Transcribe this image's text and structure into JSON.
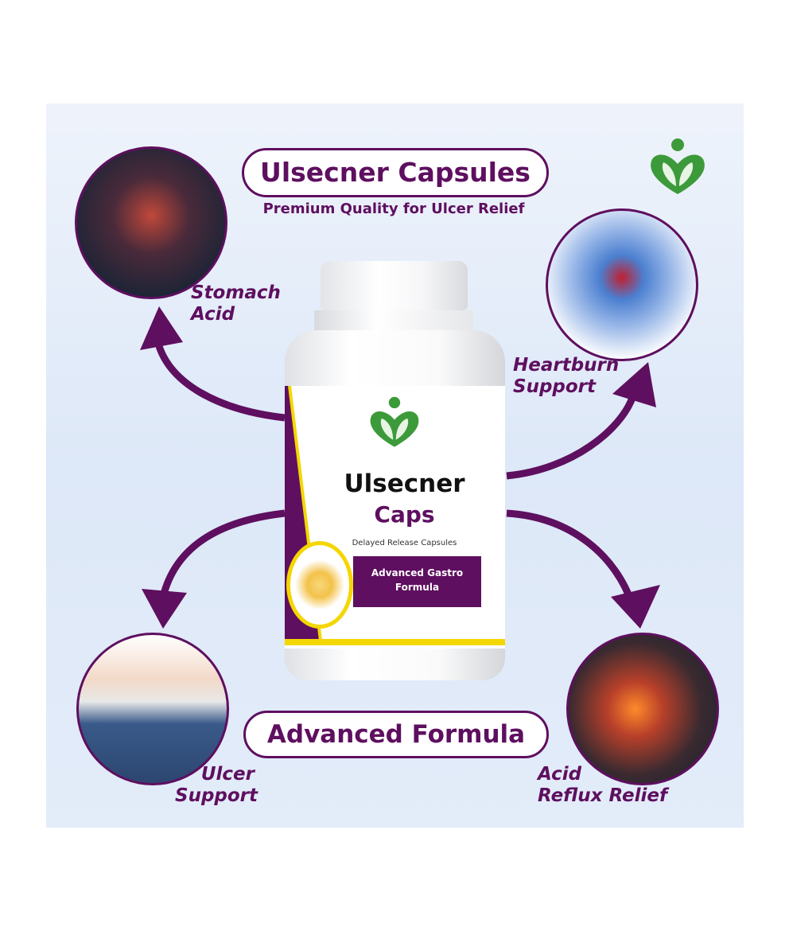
{
  "header": {
    "title": "Ulsecner Capsules",
    "subtitle": "Premium Quality for Ulcer Relief"
  },
  "benefits": [
    {
      "label_line1": "Stomach",
      "label_line2": "Acid"
    },
    {
      "label_line1": "Heartburn",
      "label_line2": "Support"
    },
    {
      "label_line1": "Ulcer",
      "label_line2": "Support"
    },
    {
      "label_line1": "Acid",
      "label_line2": "Reflux Relief"
    }
  ],
  "bottle": {
    "name": "Ulsecner",
    "type": "Caps",
    "description": "Delayed Release Capsules",
    "banner_line1": "Advanced Gastro",
    "banner_line2": "Formula"
  },
  "footer": {
    "tagline": "Advanced Formula"
  },
  "colors": {
    "purple": "#5e0f5f",
    "yellow": "#f4d600",
    "green": "#3d9a3a"
  }
}
